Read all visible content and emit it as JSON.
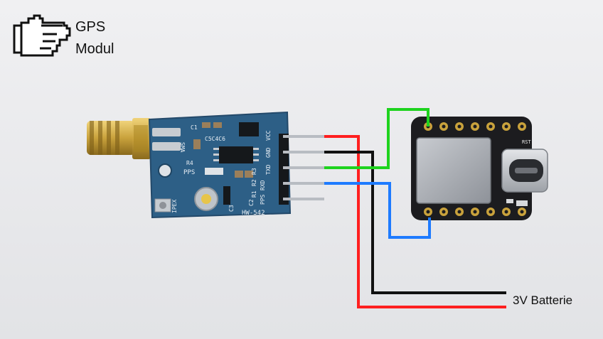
{
  "title": {
    "line1": "GPS",
    "line2": "Modul"
  },
  "icons": {
    "pointer": "pointing-hand-icon"
  },
  "battery_label": "3V Batterie",
  "gps_module": {
    "silkscreen": {
      "pins": [
        "VCC",
        "GND",
        "TXD",
        "RXD",
        "PPS"
      ],
      "parts": [
        "C1",
        "C5C4C6",
        "SMA",
        "R4",
        "PPS",
        "R3",
        "R2",
        "R1",
        "C2",
        "IPEX",
        "C3",
        "HW-542"
      ]
    }
  },
  "mcu_board": {
    "silkscreen": [
      "RST"
    ]
  },
  "colors": {
    "background": "#e9eaec",
    "pcb_blue": "#2d5f86",
    "pcb_black": "#1c1c1f",
    "wire_red": "#ff1f1f",
    "wire_black": "#111111",
    "wire_green": "#1ed31e",
    "wire_blue": "#1e7bff",
    "gold": "#c9a23c"
  }
}
